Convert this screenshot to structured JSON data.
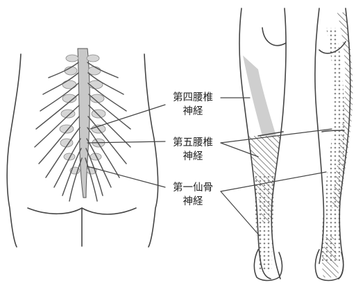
{
  "labels": {
    "l4": {
      "line1": "第四腰椎",
      "line2": "神経"
    },
    "l5": {
      "line1": "第五腰椎",
      "line2": "神経"
    },
    "s1": {
      "line1": "第一仙骨",
      "line2": "神経"
    }
  },
  "colors": {
    "outline": "#444444",
    "spine_fill": "#c8c8c8",
    "vertebra_fill": "#d6d6d6",
    "l4_zone": "#cfcfcf",
    "l5_hatch": "#555555",
    "s1_dots": "#8a8a8a"
  }
}
